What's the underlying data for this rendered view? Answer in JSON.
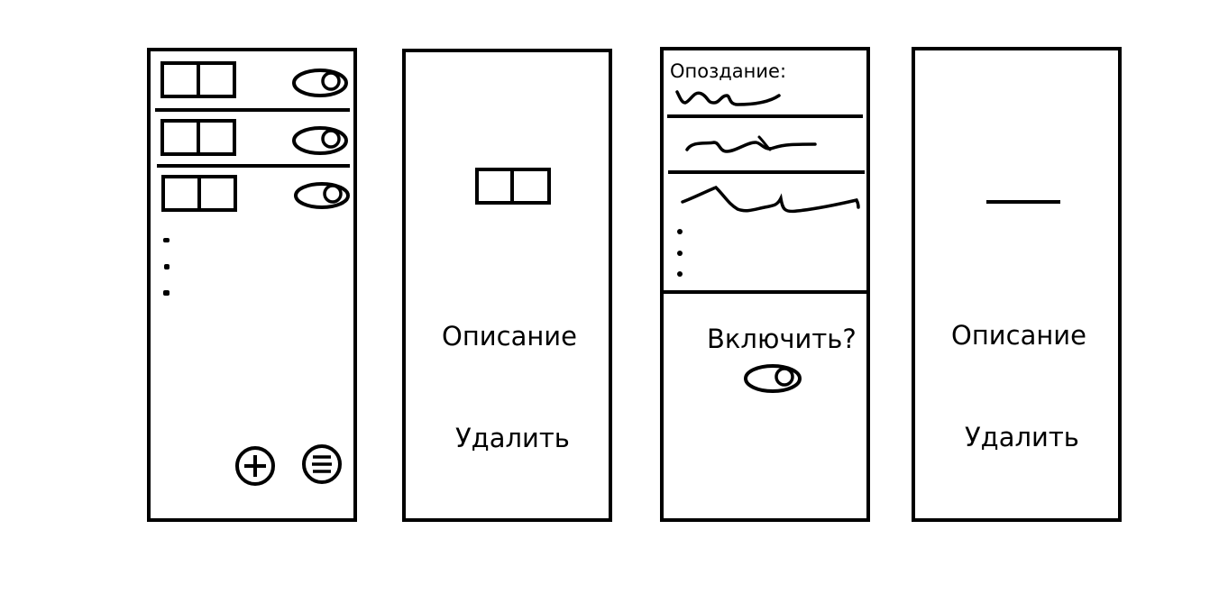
{
  "colors": {
    "ink": "#000000",
    "background": "#ffffff"
  },
  "screen_list": {
    "rows": [
      {
        "time_icon": "time-boxes-icon",
        "toggle_icon": "toggle-icon"
      },
      {
        "time_icon": "time-boxes-icon",
        "toggle_icon": "toggle-icon"
      },
      {
        "time_icon": "time-boxes-icon",
        "toggle_icon": "toggle-icon"
      }
    ],
    "more_icon": "vertical-ellipsis-icon",
    "add_icon": "circle-plus-icon",
    "menu_icon": "circle-menu-icon"
  },
  "screen_edit": {
    "time_icon": "time-boxes-icon",
    "description_label": "Описание",
    "delete_label": "Удалить"
  },
  "screen_late": {
    "late_label": "Опоздание:",
    "list_more_icon": "vertical-ellipsis-icon",
    "enable_question": "Включить?",
    "toggle_icon": "toggle-icon"
  },
  "screen_edit_empty": {
    "dash_icon": "dash-icon",
    "description_label": "Описание",
    "delete_label": "Удалить"
  }
}
